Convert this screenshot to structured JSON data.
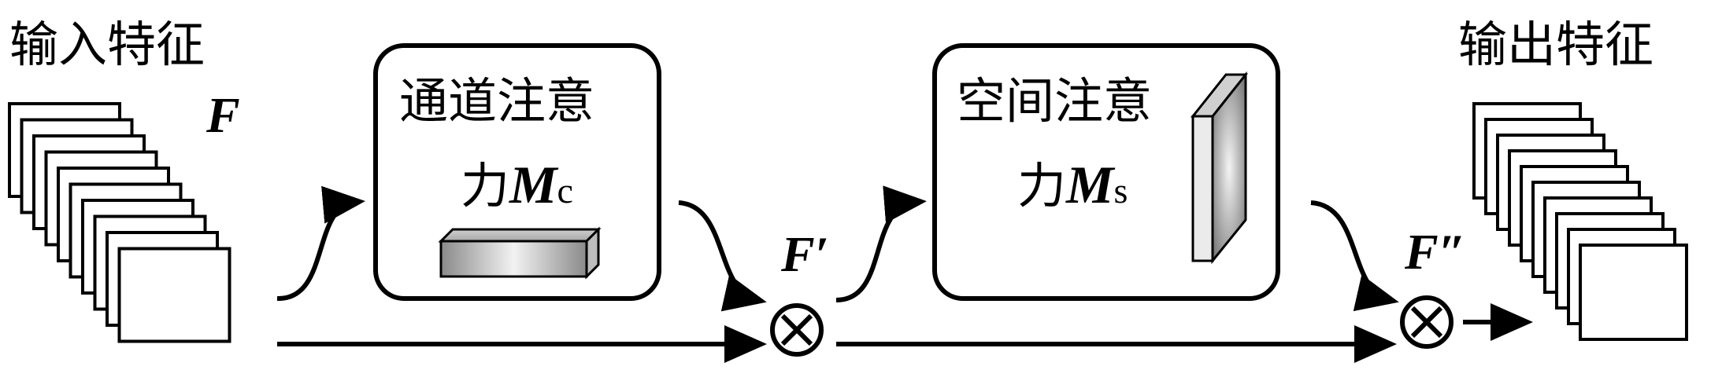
{
  "input": {
    "title": "输入特征",
    "symbol": "F"
  },
  "output": {
    "title": "输出特征"
  },
  "channel_attention": {
    "line1": "通道注意",
    "prefix": "力",
    "symbol": "M",
    "subscript": "c"
  },
  "spatial_attention": {
    "line1": "空间注意",
    "prefix": "力",
    "symbol": "M",
    "subscript": "s"
  },
  "intermediate_feature": "F′",
  "refined_feature": "F″",
  "multiply_glyph": "⊗"
}
